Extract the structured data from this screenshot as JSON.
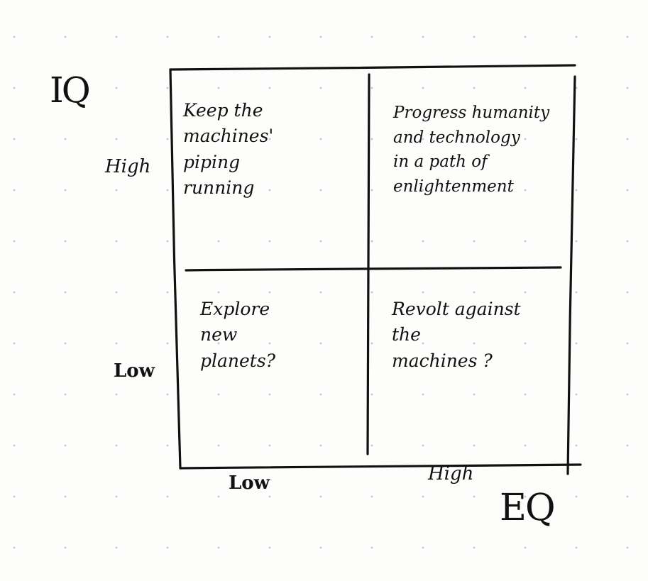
{
  "axes": {
    "y_title": "IQ",
    "x_title": "EQ",
    "y_ticks": {
      "high": "High",
      "low": "Low"
    },
    "x_ticks": {
      "low": "Low",
      "high": "High"
    }
  },
  "quadrants": {
    "top_left": "Keep the\nmachines'\npiping\nrunning",
    "top_right": "Progress humanity\nand technology\nin a path of\nenlightenment",
    "bottom_left": "Explore\nnew\nplanets?",
    "bottom_right": "Revolt against\nthe\nmachines ?"
  },
  "colors": {
    "ink": "#111111",
    "paper": "#fdfdfc",
    "dots": "#c9cfd6"
  }
}
